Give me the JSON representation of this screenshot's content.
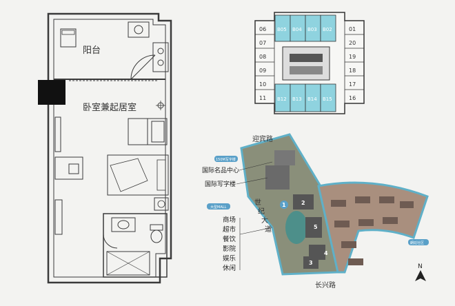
{
  "floor_plan": {
    "rooms": {
      "balcony": "阳台",
      "bed_living": "卧室兼起居室"
    }
  },
  "typical_floor": {
    "left_units": [
      "06",
      "07",
      "08",
      "09",
      "10",
      "11"
    ],
    "right_units": [
      "01",
      "20",
      "19",
      "18",
      "17",
      "16"
    ],
    "top_units": [
      "B05",
      "B04",
      "B03",
      "B02"
    ],
    "bottom_units": [
      "B12",
      "B13",
      "B14",
      "B15"
    ]
  },
  "site_map": {
    "roads": {
      "north": "迎宾路",
      "west_a": "世",
      "west_b": "纪",
      "west_c": "大",
      "west_d": "道",
      "south": "长兴路"
    },
    "tags": {
      "tag1": "150M写字楼",
      "tag2": "大型MALL",
      "tag3": "朗廷社区"
    },
    "labels": {
      "center": "国际名品中心",
      "office": "国际写字楼"
    },
    "amenities": [
      "商场",
      "超市",
      "餐饮",
      "影院",
      "娱乐",
      "休闲"
    ],
    "building_numbers": [
      "1",
      "2",
      "3",
      "4",
      "5"
    ],
    "compass": "N"
  },
  "colors": {
    "wall": "#3a3a3a",
    "highlight_units": "#8fd3df",
    "tag_blue": "#5aa0c8",
    "road_band": "#5fb0c8"
  }
}
